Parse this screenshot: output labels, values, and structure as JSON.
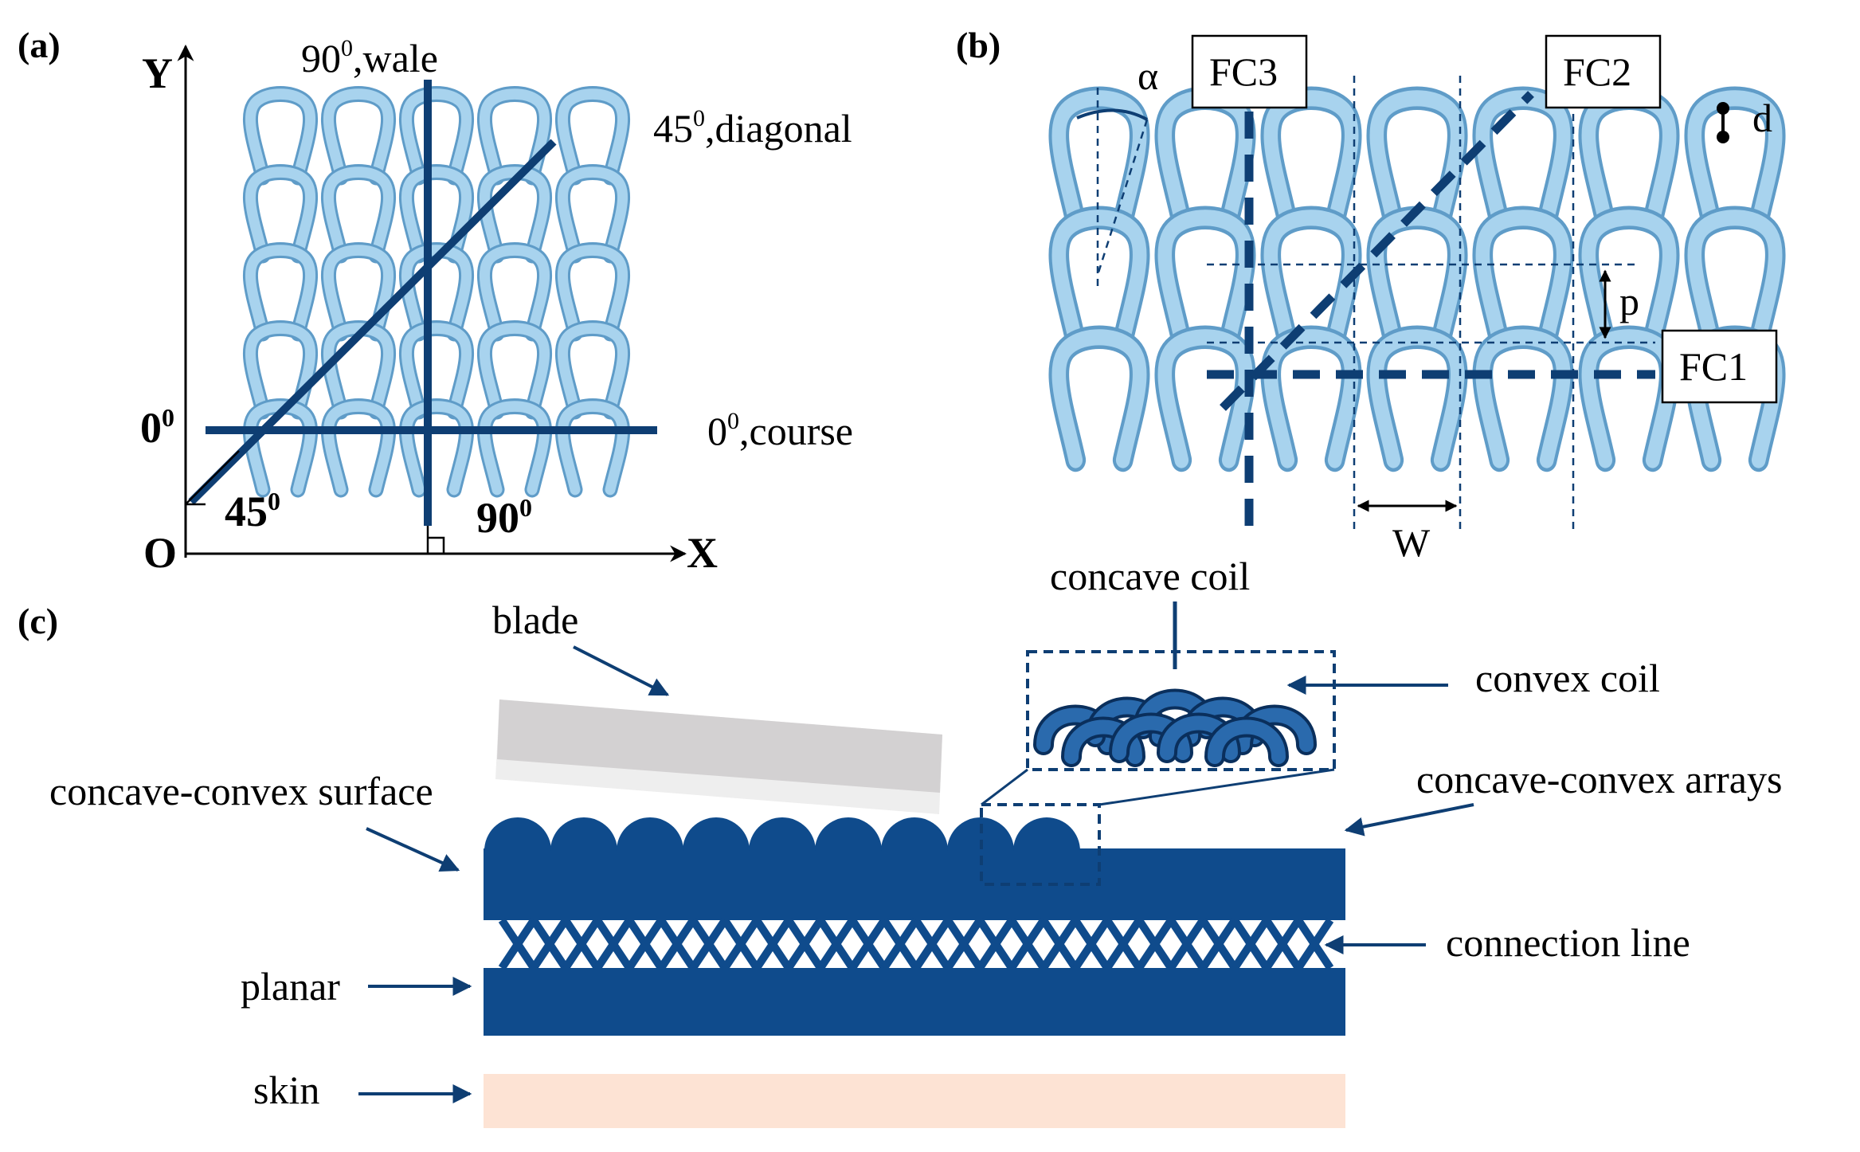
{
  "colors": {
    "yarn_light": "#a8d3ee",
    "yarn_dark": "#6ea9d2",
    "navy": "#0e3e73",
    "navy_fill": "#0f4b8c",
    "blade": "#d3d1d2",
    "skin": "#fde3d4"
  },
  "panel_a": {
    "label": "(a)",
    "axis_y": "Y",
    "axis_x": "X",
    "origin": "O",
    "zero_mark": "0",
    "zero_sup": "0",
    "wale_pre": "90",
    "wale_sup": "0",
    "wale_post": ",wale",
    "diag_pre": "45",
    "diag_sup": "0",
    "diag_post": ",diagonal",
    "course_pre": "0",
    "course_sup": "0",
    "course_post": ",course",
    "angle45": "45",
    "angle45_sup": "0",
    "angle90": "90",
    "angle90_sup": "0"
  },
  "panel_b": {
    "label": "(b)",
    "fc1": "FC1",
    "fc2": "FC2",
    "fc3": "FC3",
    "alpha": "α",
    "d": "d",
    "p": "p",
    "w": "W"
  },
  "panel_c": {
    "label": "(c)",
    "blade": "blade",
    "concave_coil": "concave coil",
    "convex_coil": "convex coil",
    "concave_convex_arrays": "concave-convex arrays",
    "concave_convex_surface": "concave-convex surface",
    "connection_line": "connection line",
    "planar": "planar",
    "skin": "skin"
  }
}
